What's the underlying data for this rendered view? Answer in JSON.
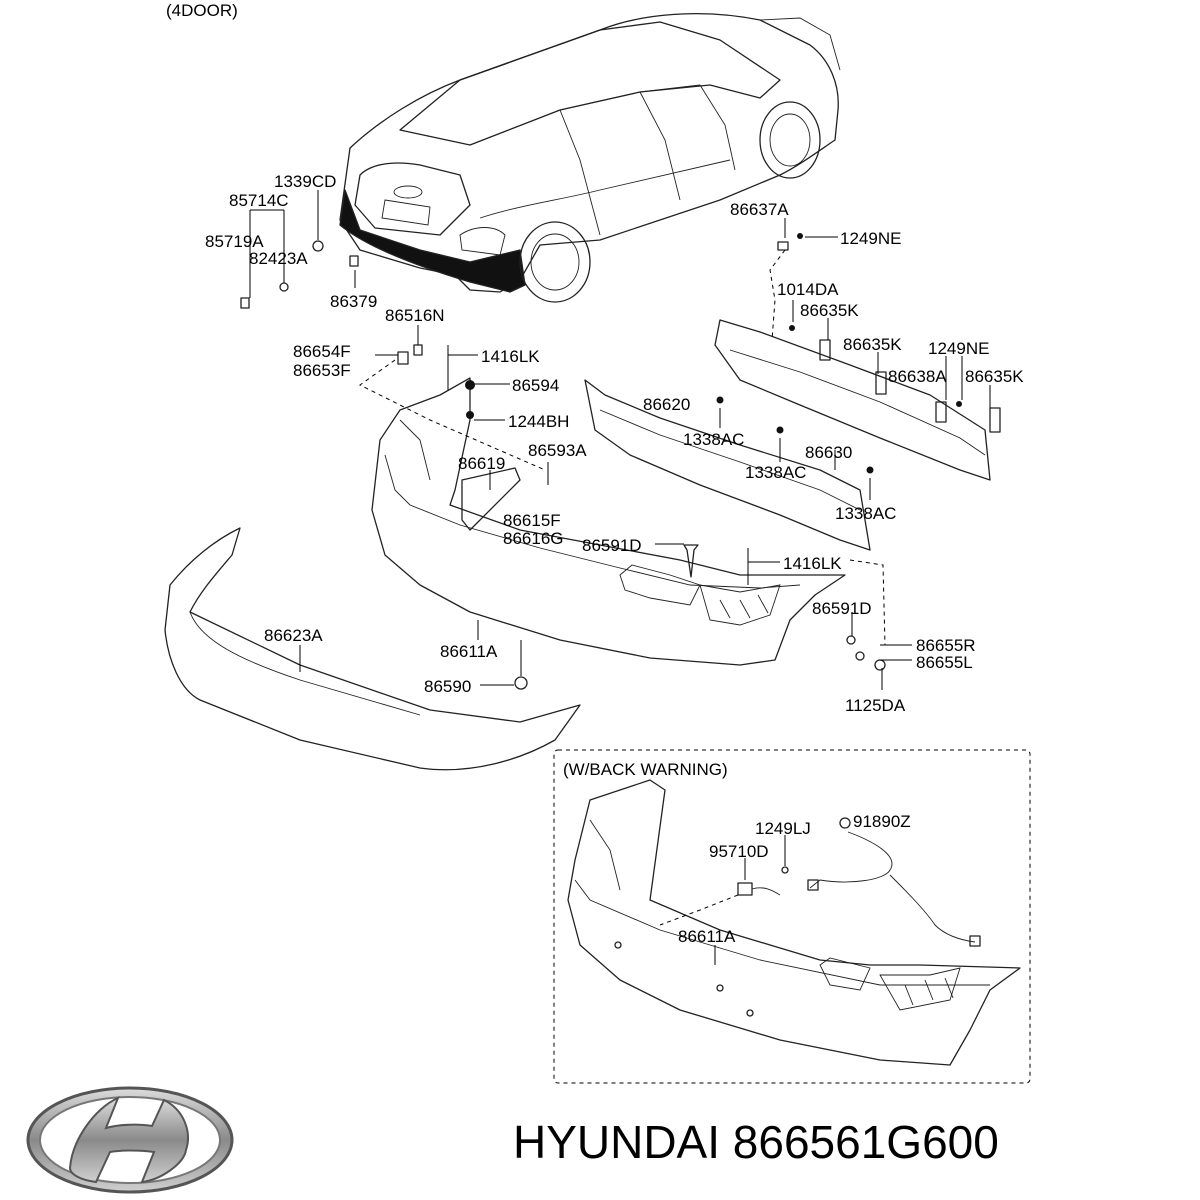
{
  "diagram": {
    "view_header": "(4DOOR)",
    "inset_header": "(W/BACK WARNING)",
    "callouts": {
      "c1339CD": "1339CD",
      "c85714C": "85714C",
      "c85719A": "85719A",
      "c82423A": "82423A",
      "c86379": "86379",
      "c86516N": "86516N",
      "c86654F": "86654F",
      "c86653F": "86653F",
      "c1416LK_a": "1416LK",
      "c86594": "86594",
      "c1244BH": "1244BH",
      "c86593A": "86593A",
      "c86619": "86619",
      "c86615F": "86615F",
      "c86616G": "86616G",
      "c86591D_a": "86591D",
      "c1416LK_b": "1416LK",
      "c86591D_b": "86591D",
      "c86655R": "86655R",
      "c86655L": "86655L",
      "c1125DA": "1125DA",
      "c86611A_a": "86611A",
      "c86590": "86590",
      "c86623A": "86623A",
      "c86637A": "86637A",
      "c1249NE_a": "1249NE",
      "c1014DA": "1014DA",
      "c86635K_a": "86635K",
      "c86635K_b": "86635K",
      "c1249NE_b": "1249NE",
      "c86638A": "86638A",
      "c86635K_c": "86635K",
      "c86620": "86620",
      "c1338AC_a": "1338AC",
      "c86630": "86630",
      "c1338AC_b": "1338AC",
      "c1338AC_c": "1338AC",
      "c1249LJ": "1249LJ",
      "c91890Z": "91890Z",
      "c95710D": "95710D",
      "c86611A_b": "86611A"
    }
  },
  "footer": {
    "brand_text": "HYUNDAI 866561G600"
  }
}
